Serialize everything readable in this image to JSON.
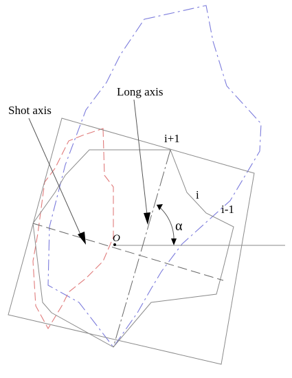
{
  "labels": {
    "short_axis": "Shot axis",
    "long_axis": "Long axis",
    "vertex_next": "i+1",
    "vertex_current": "i",
    "vertex_prev": "i-1",
    "angle": "α",
    "origin": "O"
  },
  "colors": {
    "outline": "#8a8a8a",
    "axis": "#666666",
    "blue_dashed": "#7b7bdc",
    "red_dashed": "#e07a7a",
    "text": "#000000"
  }
}
